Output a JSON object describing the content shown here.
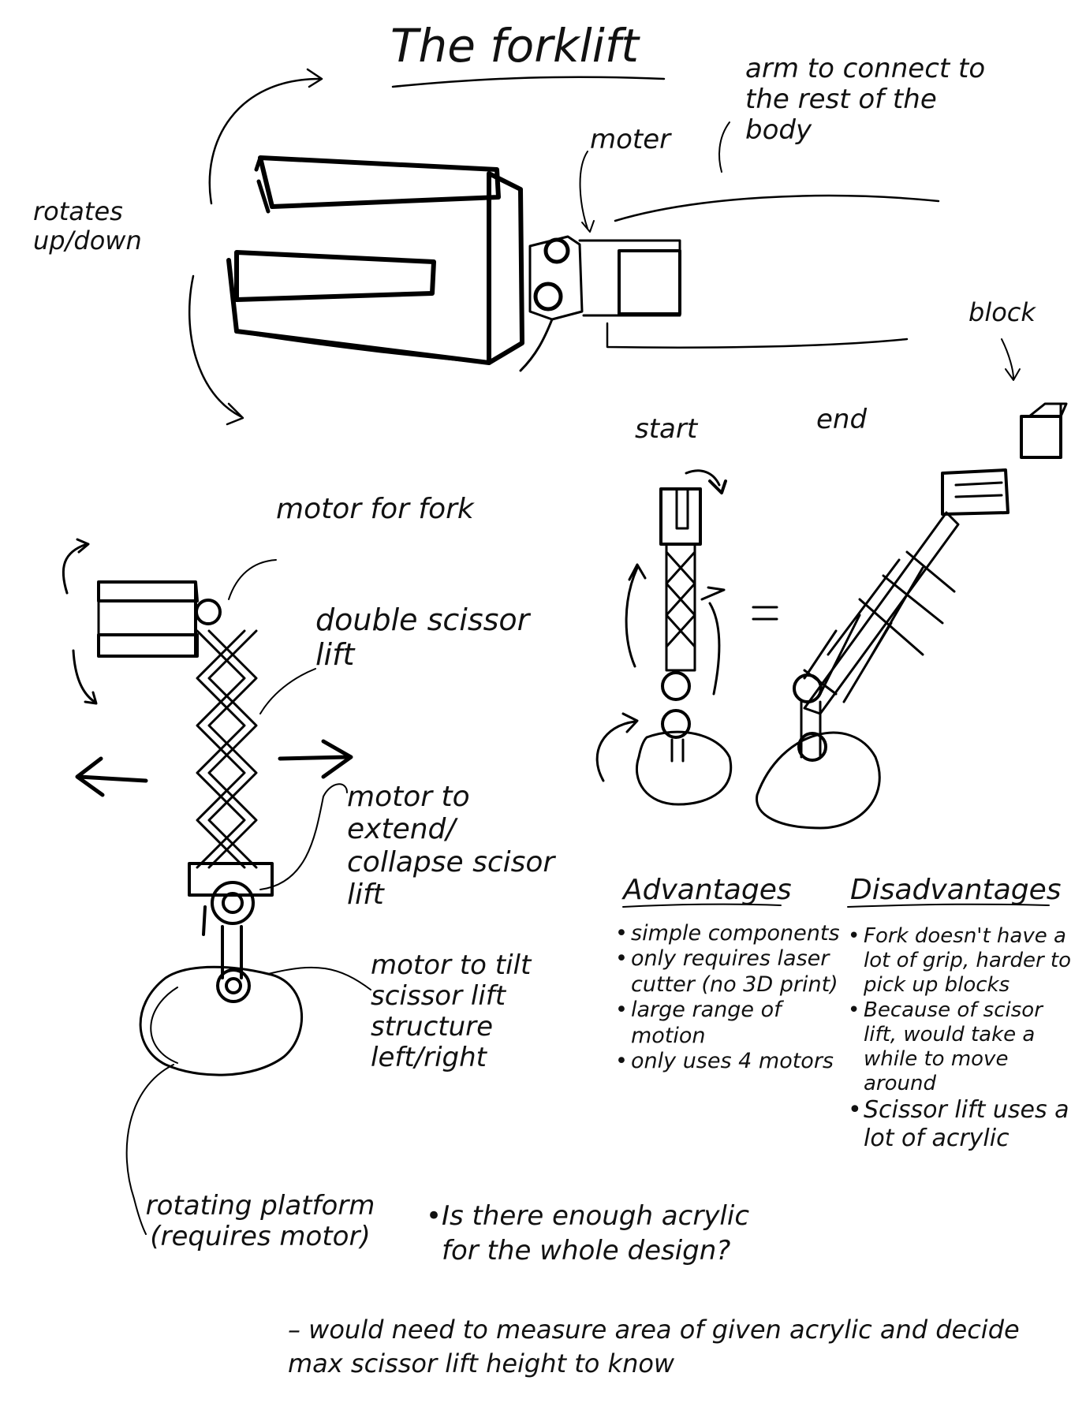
{
  "title": "The forklift",
  "top_view": {
    "rotates_label": "rotates up/down",
    "motor_label": "moter",
    "arm_label": "arm to connect to the rest of the body",
    "block_label": "block"
  },
  "side_view": {
    "motor_fork_label": "motor for fork",
    "scissor_label": "double scissor lift",
    "motor_extend_label": "motor to extend/ collapse scisor lift",
    "motor_tilt_label": "motor to tilt scissor lift structure left/right",
    "platform_label": "rotating platform (requires motor)"
  },
  "motion": {
    "start_label": "start",
    "end_label": "end",
    "equals": "="
  },
  "advantages": {
    "heading": "Advantages",
    "items": [
      "simple components",
      "only requires laser cutter (no 3D print)",
      "large range of motion",
      "only uses 4 motors"
    ]
  },
  "disadvantages": {
    "heading": "Disadvantages",
    "items": [
      "Fork doesn't have a lot of grip, harder to pick up blocks",
      "Because of scisor lift, would take a while to move around",
      "Scissor lift uses a lot of acrylic"
    ]
  },
  "question": {
    "text": "Is there enough acrylic for the whole design?",
    "answer": "– would need to measure area of given acrylic and decide max scissor lift height to know"
  }
}
